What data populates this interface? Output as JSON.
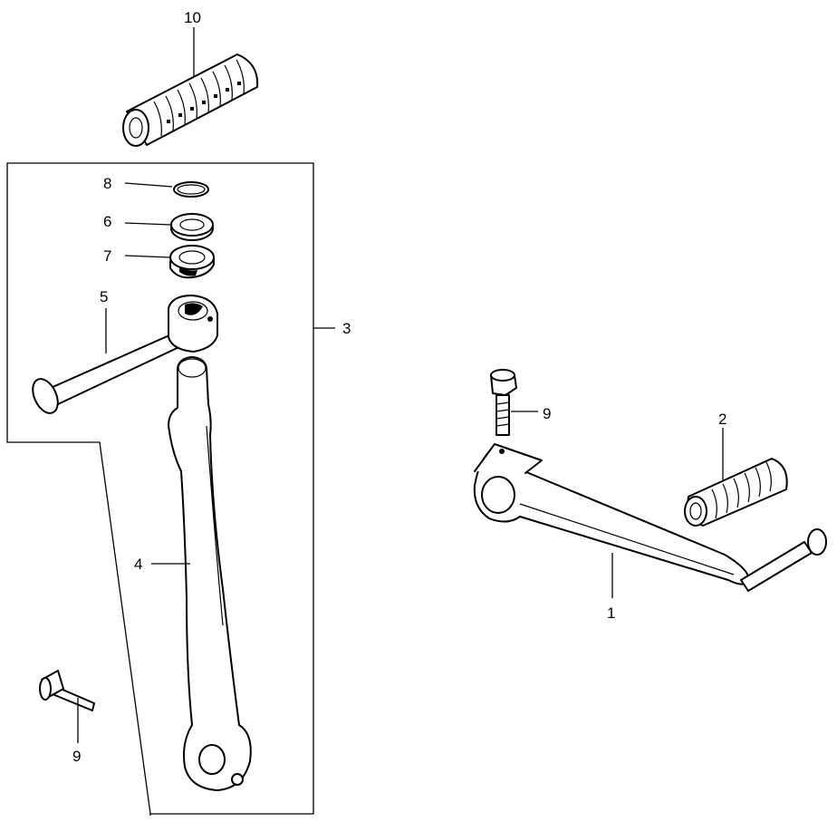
{
  "callouts": [
    {
      "id": "1",
      "text": "1"
    },
    {
      "id": "2",
      "text": "2"
    },
    {
      "id": "3",
      "text": "3"
    },
    {
      "id": "4",
      "text": "4"
    },
    {
      "id": "5",
      "text": "5"
    },
    {
      "id": "6",
      "text": "6"
    },
    {
      "id": "7",
      "text": "7"
    },
    {
      "id": "8",
      "text": "8"
    },
    {
      "id": "9a",
      "text": "9"
    },
    {
      "id": "9b",
      "text": "9"
    },
    {
      "id": "10",
      "text": "10"
    }
  ]
}
